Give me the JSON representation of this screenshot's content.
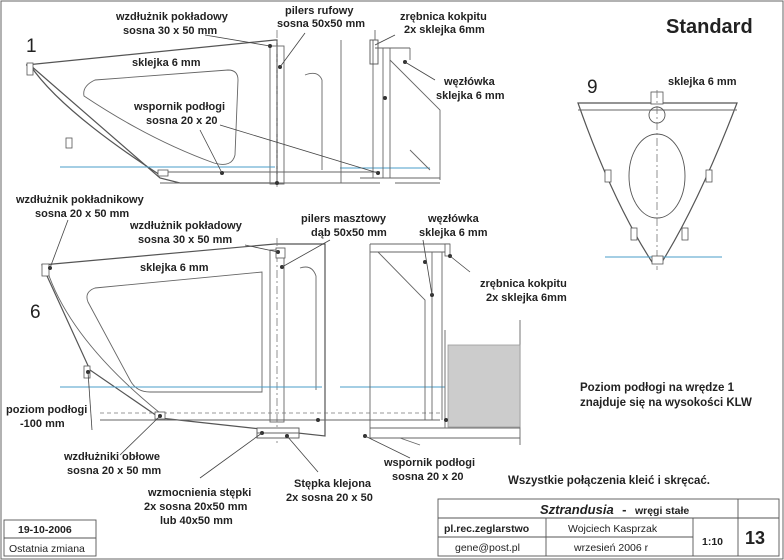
{
  "header": {
    "title": "Standard"
  },
  "frames": {
    "frame1": {
      "number": "1"
    },
    "frame6": {
      "number": "6"
    },
    "frame9": {
      "number": "9"
    }
  },
  "labels": {
    "f1_stringer": [
      "wzdłużnik pokładowy",
      "sosna 30 x 50 mm"
    ],
    "f1_pillar": [
      "pilers rufowy",
      "sosna 50x50 mm"
    ],
    "f1_coaming": [
      "zrębnica kokpitu",
      "2x sklejka 6mm"
    ],
    "f1_plywood": [
      "sklejka 6 mm"
    ],
    "f1_knee": [
      "węzłówka",
      "sklejka 6 mm"
    ],
    "f1_floor": [
      "wspornik podłogi",
      "sosna 20 x 20"
    ],
    "f9_plywood": [
      "sklejka 6 mm"
    ],
    "f6_sheer": [
      "wzdłużnik pokładnikowy",
      "sosna 20 x 50 mm"
    ],
    "f6_stringer": [
      "wzdłużnik pokładowy",
      "sosna 30 x 50 mm"
    ],
    "f6_pillar": [
      "pilers masztowy",
      "dąb 50x50 mm"
    ],
    "f6_knee": [
      "węzłówka",
      "sklejka 6 mm"
    ],
    "f6_plywood": [
      "sklejka 6 mm"
    ],
    "f6_coaming": [
      "zrębnica kokpitu",
      "2x sklejka 6mm"
    ],
    "f6_floorlevel": [
      "poziom podłogi",
      "-100 mm"
    ],
    "f6_bilge": [
      "wzdłużniki obłowe",
      "sosna 20 x 50 mm"
    ],
    "f6_keelson": [
      "wzmocnienia stępki",
      "2x sosna 20x50 mm",
      "lub 40x50 mm"
    ],
    "f6_keel": [
      "Stępka klejona",
      "2x sosna 20 x 50"
    ],
    "f6_floor": [
      "wspornik podłogi",
      "sosna 20 x 20"
    ]
  },
  "notes": {
    "floor_level": [
      "Poziom podłogi na wrędze 1",
      "znajduje się na wysokości KLW"
    ],
    "glue": "Wszystkie połączenia kleić i skręcać."
  },
  "title_block": {
    "date": "19-10-2006",
    "last_change": "Ostatnia zmiana",
    "project": "Sztrandusia",
    "dash": "-",
    "subject": "wręgi stałe",
    "group": "pl.rec.zeglarstwo",
    "email": "gene@post.pl",
    "author": "Wojciech Kasprzak",
    "month": "wrzesień 2006 r",
    "scale": "1:10",
    "sheet": "13"
  },
  "colors": {
    "waterline": "#4a9ec9",
    "hull_line": "#555555",
    "panel_fill": "#cccccc"
  }
}
